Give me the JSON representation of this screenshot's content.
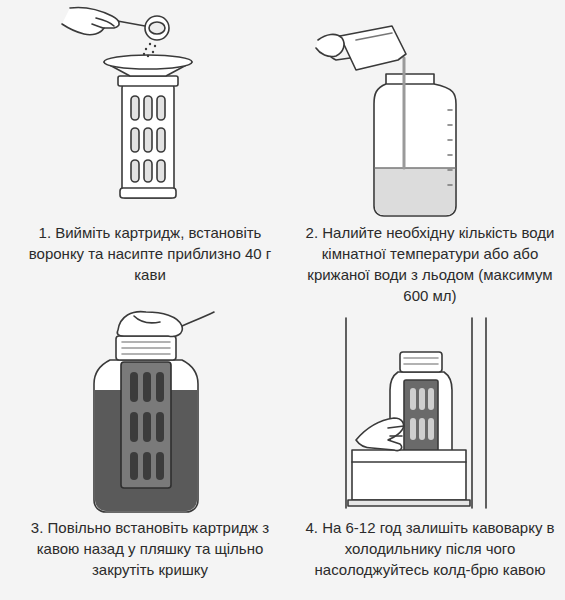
{
  "diagram": {
    "labels": [
      "1. Вийміть картридж, встановіть воронку та насипте приблизно 40 г кави",
      "2. Налийте необхідну кількість води кімнатної температури або або крижаної води з льодом (максимум 600 мл)",
      "3. Повільно встановіть картридж з кавою назад у пляшку та щільно закрутіть кришку",
      "4. На 6-12 год залишіть кавоварку в холодильнику після чого насолоджуйтесь колд-брю кавою"
    ]
  }
}
